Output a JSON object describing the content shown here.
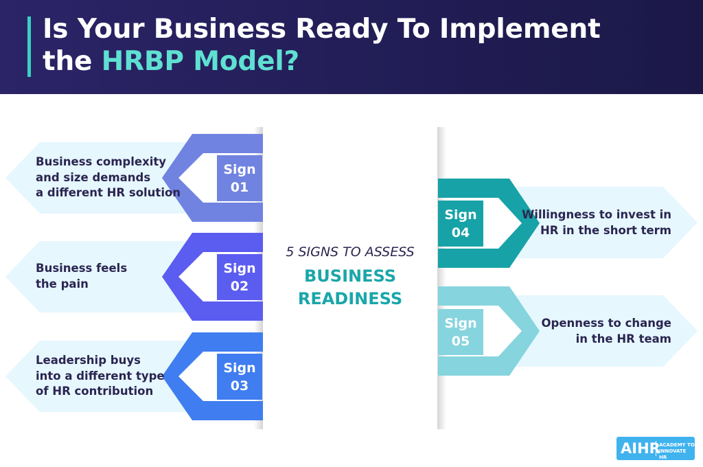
{
  "header": {
    "title_line1": "Is Your Business Ready To Implement",
    "title_line2_prefix": "the ",
    "title_highlight": "HRBP Model?"
  },
  "center": {
    "line1": "5 SIGNS TO ASSESS",
    "line2": "BUSINESS",
    "line3": "READINESS"
  },
  "signs": [
    {
      "word": "Sign",
      "num": "01",
      "text": [
        "Business complexity",
        "and size demands",
        "a different HR solution"
      ],
      "color": "#7083e0",
      "side": "left"
    },
    {
      "word": "Sign",
      "num": "02",
      "text": [
        "Business feels",
        "the pain"
      ],
      "color": "#5b5cf0",
      "side": "left"
    },
    {
      "word": "Sign",
      "num": "03",
      "text": [
        "Leadership buys",
        "into a different type",
        "of HR contribution"
      ],
      "color": "#3f7df0",
      "side": "left"
    },
    {
      "word": "Sign",
      "num": "04",
      "text": [
        "Willingness to invest in",
        "HR in the short term"
      ],
      "color": "#17a2a7",
      "side": "right"
    },
    {
      "word": "Sign",
      "num": "05",
      "text": [
        "Openness to change",
        "in the HR team"
      ],
      "color": "#86d4de",
      "side": "right"
    }
  ],
  "logo": {
    "word": "AIHR",
    "tag_line1": "ACADEMY TO",
    "tag_line2": "INNOVATE HR"
  },
  "colors": {
    "header_bg": "#221d58",
    "accent_teal": "#3ccfc0",
    "card_bg": "#e6f7fe",
    "text_dark": "#2b2550",
    "logo_blue": "#40b3ef"
  }
}
